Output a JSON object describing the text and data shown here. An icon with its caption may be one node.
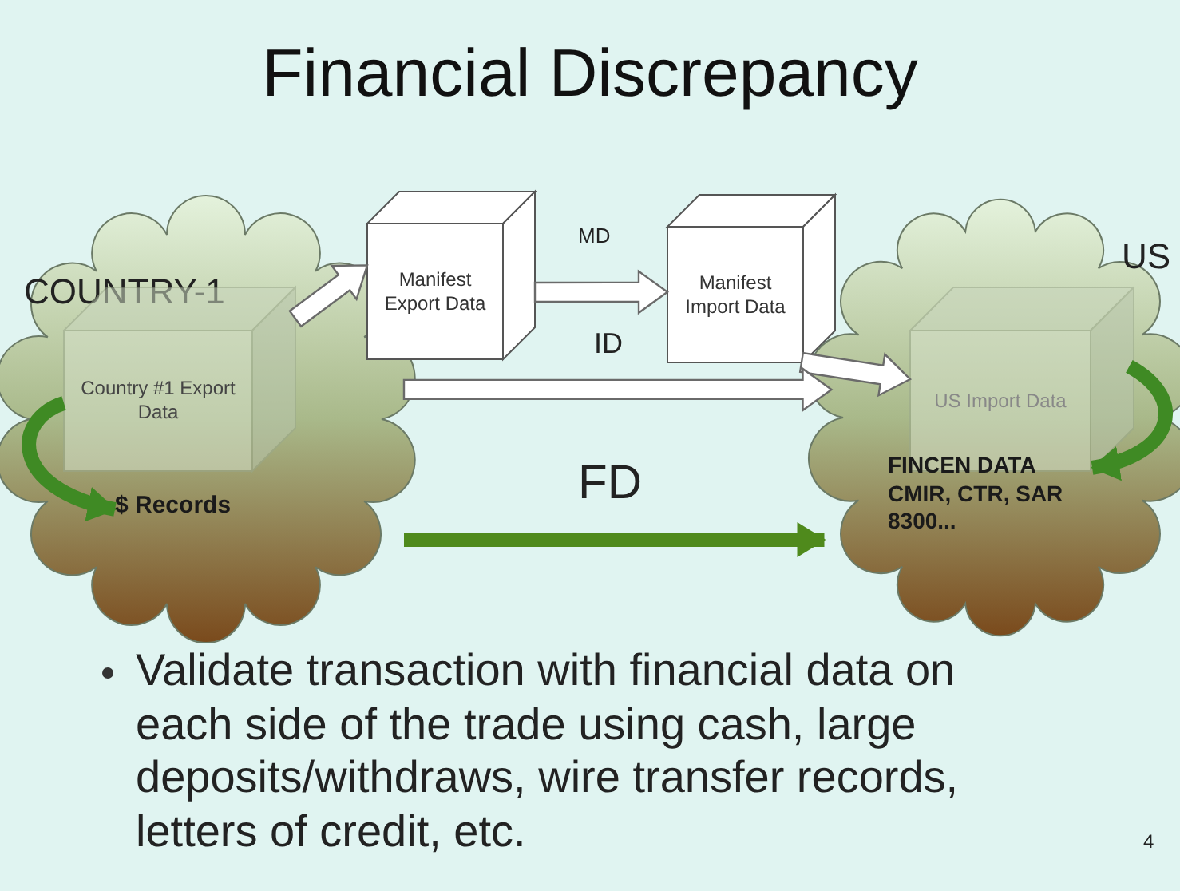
{
  "diagram": {
    "title": "Financial Discrepancy",
    "nodes": [
      {
        "text": [
          "COUNTRY-1"
        ]
      },
      {
        "text": [
          "Country #1 Export Data"
        ],
        "in": 0
      },
      {
        "text": [
          "$ Records"
        ],
        "in": 0
      },
      {
        "text": [
          "Manifest Export Data"
        ]
      },
      {
        "text": [
          "Manifest Import Data"
        ]
      },
      {
        "text": [
          "US"
        ]
      },
      {
        "text": [
          "US Import Data"
        ],
        "in": 5
      },
      {
        "text": [
          "FINCEN DATA CMIR, CTR, SAR 8300..."
        ],
        "in": 5
      }
    ],
    "edges": [
      {
        "from": 1,
        "to": 3,
        "arrow": "to"
      },
      {
        "from": 3,
        "to": 4,
        "arrow": "to",
        "label": "MD"
      },
      {
        "from": 4,
        "to": 6,
        "arrow": "to"
      },
      {
        "from": 0,
        "to": 5,
        "arrow": "to",
        "label": "ID"
      },
      {
        "from": 1,
        "to": 2,
        "arrow": "to",
        "color": "#3f8a24"
      },
      {
        "from": 6,
        "to": 7,
        "arrow": "to",
        "color": "#3f8a24"
      },
      {
        "from": 0,
        "to": 5,
        "arrow": "to",
        "label": "FD",
        "color": "#4f8a1c"
      }
    ],
    "labels": [
      "Validate transaction with financial data on each side of the trade using cash, large deposits/withdraws, wire transfer records, letters of credit, etc.",
      "4"
    ]
  }
}
